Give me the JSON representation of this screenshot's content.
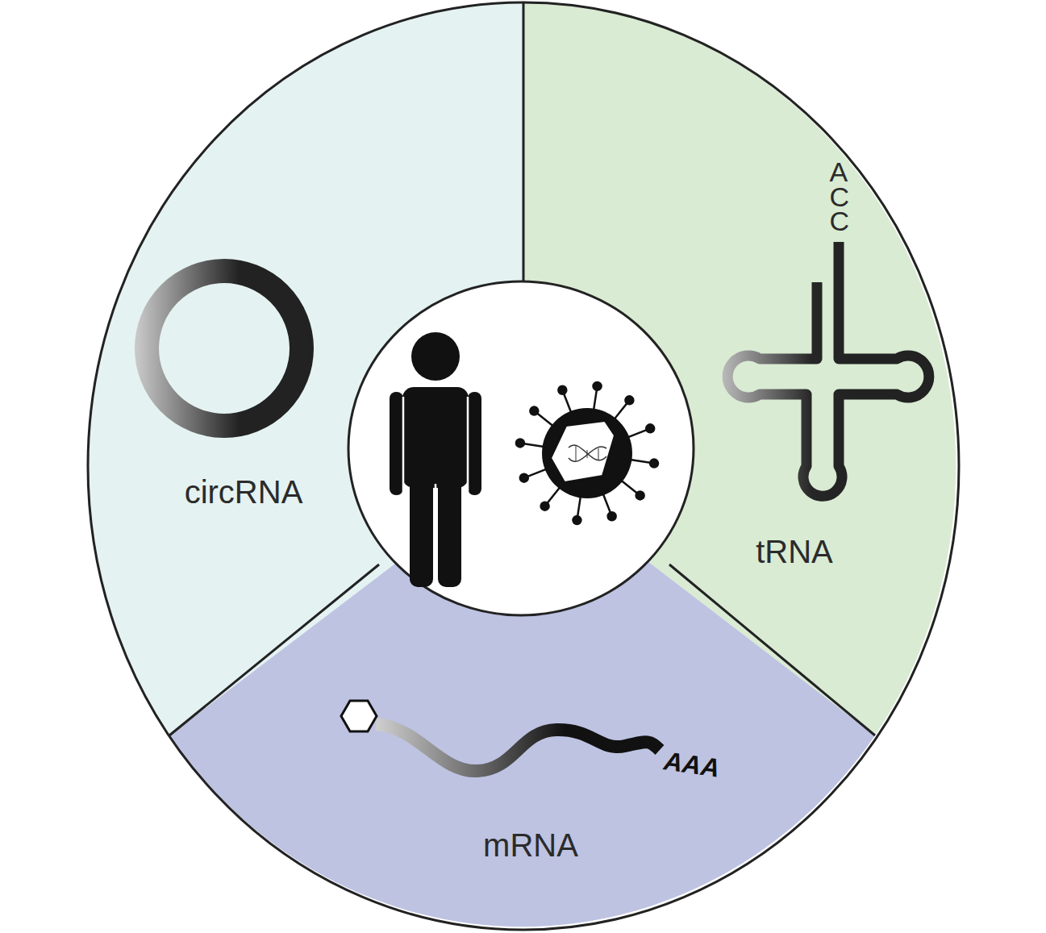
{
  "diagram": {
    "nodes": [
      {
        "text": [
          "circRNA"
        ]
      },
      {
        "text": [
          "tRNA"
        ]
      },
      {
        "text": [
          "mRNA"
        ]
      }
    ],
    "labels": [
      "ACC",
      "AAA"
    ]
  }
}
